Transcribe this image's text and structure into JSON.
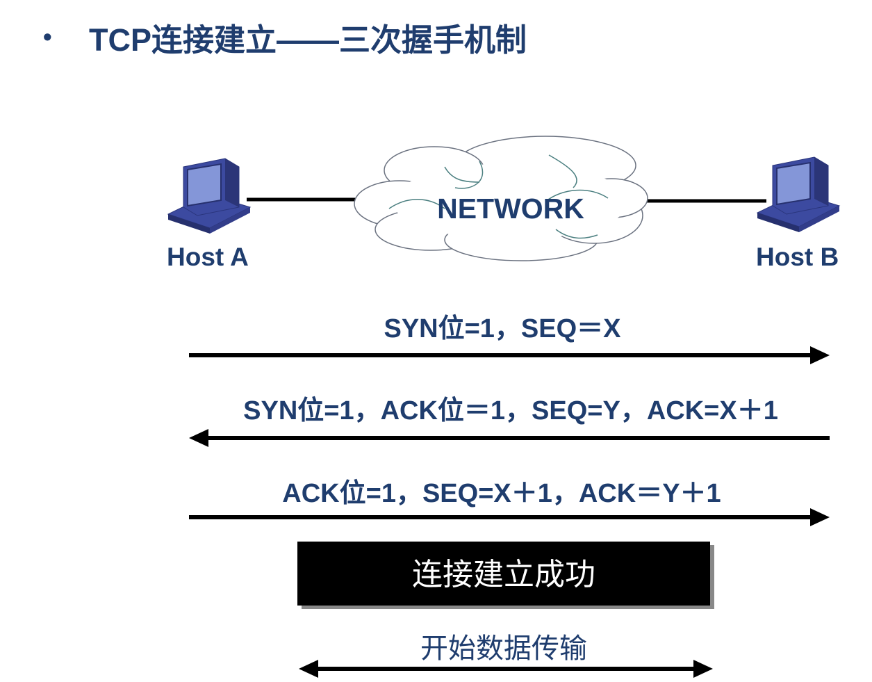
{
  "title": {
    "bullet": "•",
    "text": "TCP连接建立——三次握手机制"
  },
  "hosts": {
    "a": {
      "label": "Host A",
      "icon": "computer-icon"
    },
    "b": {
      "label": "Host B",
      "icon": "computer-icon"
    }
  },
  "network": {
    "label": "NETWORK",
    "icon": "cloud-icon"
  },
  "messages": [
    {
      "text": "SYN位=1，SEQ＝X",
      "direction": "A-to-B"
    },
    {
      "text": "SYN位=1，ACK位＝1，SEQ=Y，ACK=X＋1",
      "direction": "B-to-A"
    },
    {
      "text": "ACK位=1，SEQ=X＋1，ACK＝Y＋1",
      "direction": "A-to-B"
    }
  ],
  "success_box": {
    "text": "连接建立成功"
  },
  "data_transfer": {
    "text": "开始数据传输",
    "direction": "bidirectional"
  },
  "colors": {
    "text": "#1f3d6e",
    "computer_body": "#3c4aa0",
    "computer_screen": "#8496d8",
    "arrow": "#000000",
    "box": "#000000"
  }
}
